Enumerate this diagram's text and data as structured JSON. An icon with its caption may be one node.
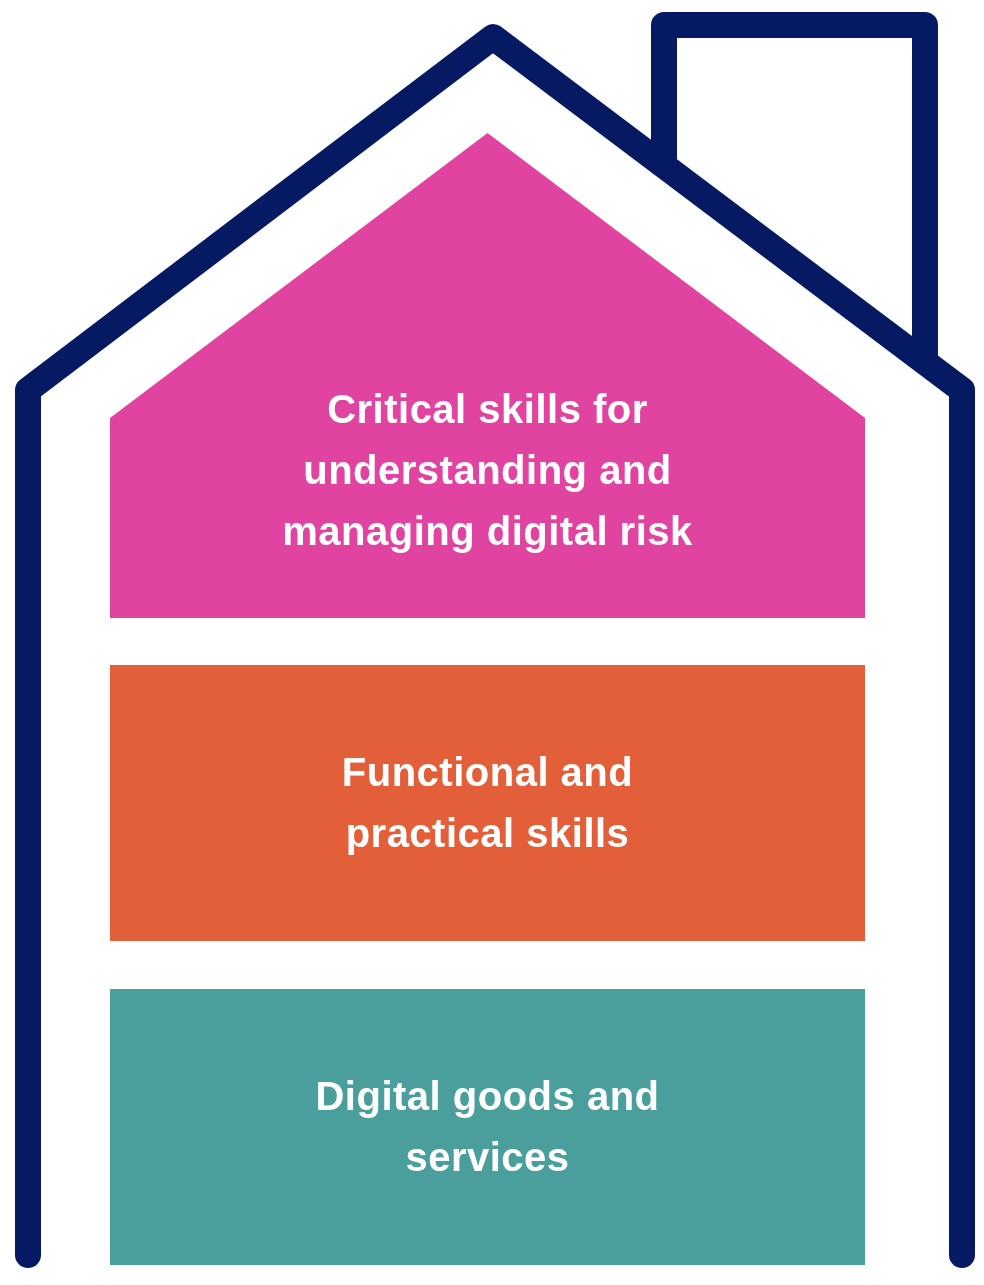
{
  "diagram": {
    "nodes": [
      {
        "text": [
          "Critical skills for understanding and managing digital risk"
        ]
      },
      {
        "text": [
          "Functional and practical skills"
        ]
      },
      {
        "text": [
          "Digital goods and services"
        ]
      }
    ]
  }
}
